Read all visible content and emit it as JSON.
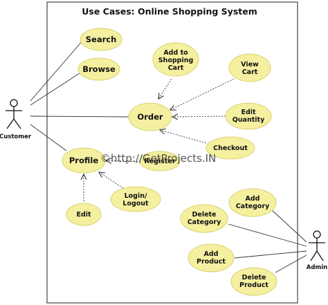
{
  "title": "Use Cases: Online Shopping System",
  "watermark": "©http://GetProjects.IN",
  "colors": {
    "usecase_fill": "#f5f0a0",
    "usecase_stroke": "#d8d170",
    "line": "#333333"
  },
  "actors": {
    "customer": "Customer",
    "admin": "Admin"
  },
  "use_cases": {
    "search": "Search",
    "browse": "Browse",
    "add_to_cart": [
      "Add to",
      "Shopping",
      "Cart"
    ],
    "view_cart": [
      "View",
      "Cart"
    ],
    "order": "Order",
    "edit_quantity": [
      "Edit",
      "Quantity"
    ],
    "checkout": "Checkout",
    "profile": "Profile",
    "register": "Register",
    "login_logout": [
      "Login/",
      "Logout"
    ],
    "edit": "Edit",
    "add_category": [
      "Add",
      "Category"
    ],
    "delete_category": [
      "Delete",
      "Category"
    ],
    "add_product": [
      "Add",
      "Product"
    ],
    "delete_product": [
      "Delete",
      "Product"
    ]
  }
}
